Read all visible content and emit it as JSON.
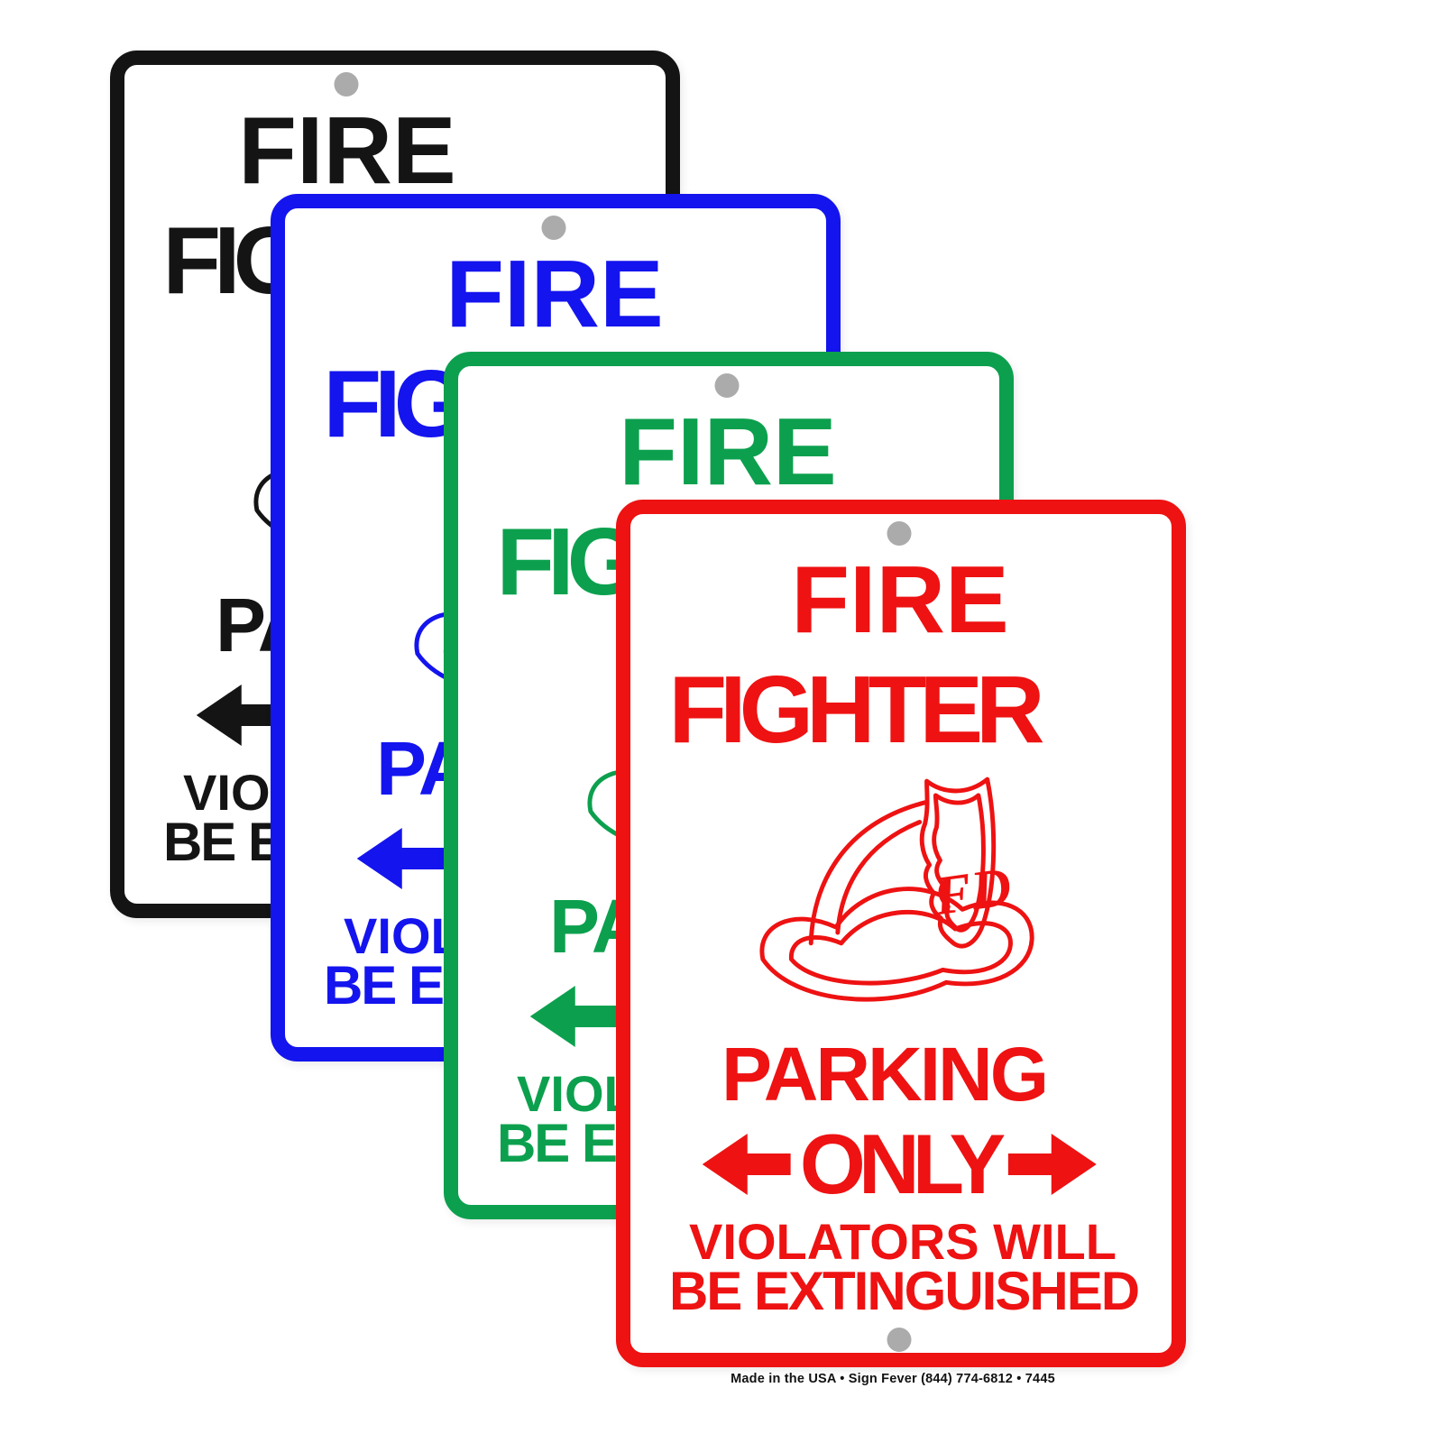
{
  "product": {
    "background": "#FFFFFF",
    "hole_color": "#ABABAB",
    "signs": [
      {
        "id": "black",
        "color": "#141414"
      },
      {
        "id": "blue",
        "color": "#1414EE"
      },
      {
        "id": "green",
        "color": "#0CA04E"
      },
      {
        "id": "red",
        "color": "#EE1212"
      }
    ],
    "sign_text": {
      "title_line1": "FIRE",
      "title_line2": "FIGHTER",
      "emblem_initials": "FD",
      "parking": "PARKING",
      "only": "ONLY",
      "violators_line1": "VIOLATORS WILL",
      "violators_line2": "BE EXTINGUISHED"
    },
    "fine_print": "Made in the USA • Sign Fever (844) 774-6812 • 7445"
  }
}
